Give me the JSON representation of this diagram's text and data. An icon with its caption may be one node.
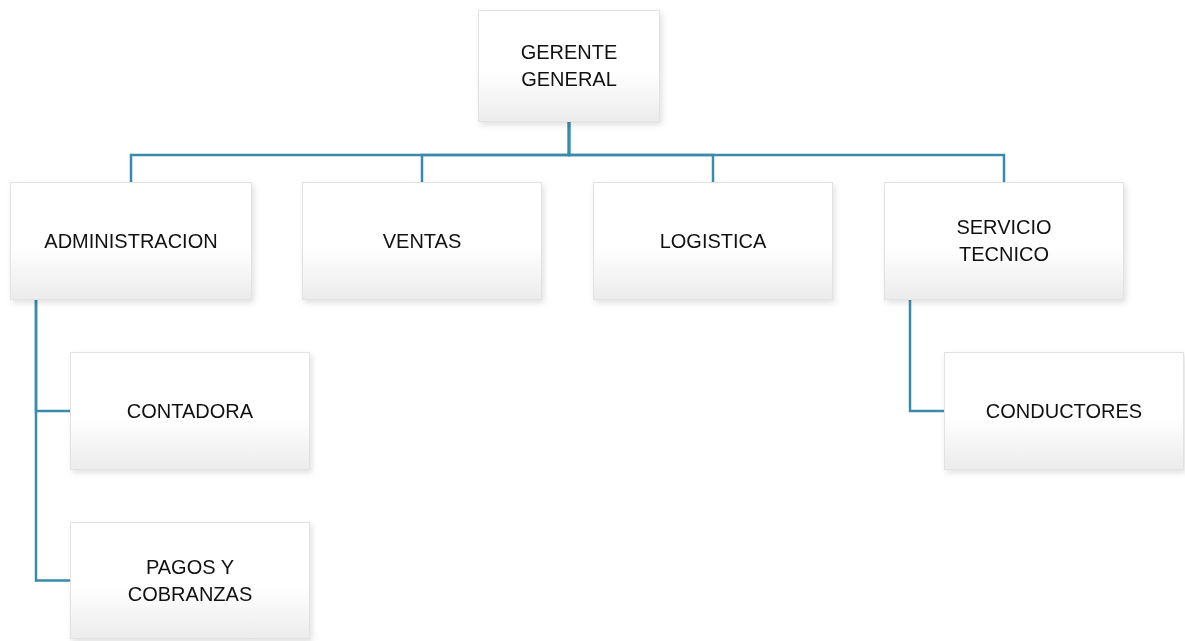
{
  "diagram": {
    "nodes": [
      {
        "text": [
          "GERENTE GENERAL"
        ]
      },
      {
        "text": [
          "ADMINISTRACION"
        ]
      },
      {
        "text": [
          "VENTAS"
        ]
      },
      {
        "text": [
          "LOGISTICA"
        ]
      },
      {
        "text": [
          "SERVICIO TECNICO"
        ]
      },
      {
        "text": [
          "CONTADORA"
        ]
      },
      {
        "text": [
          "PAGOS Y COBRANZAS"
        ]
      },
      {
        "text": [
          "CONDUCTORES"
        ]
      }
    ],
    "edges": [
      {
        "from": 0,
        "to": 1,
        "arrow": "none"
      },
      {
        "from": 0,
        "to": 2,
        "arrow": "none"
      },
      {
        "from": 0,
        "to": 3,
        "arrow": "none"
      },
      {
        "from": 0,
        "to": 4,
        "arrow": "none"
      },
      {
        "from": 1,
        "to": 5,
        "arrow": "none"
      },
      {
        "from": 1,
        "to": 6,
        "arrow": "none"
      },
      {
        "from": 4,
        "to": 7,
        "arrow": "none"
      }
    ]
  }
}
